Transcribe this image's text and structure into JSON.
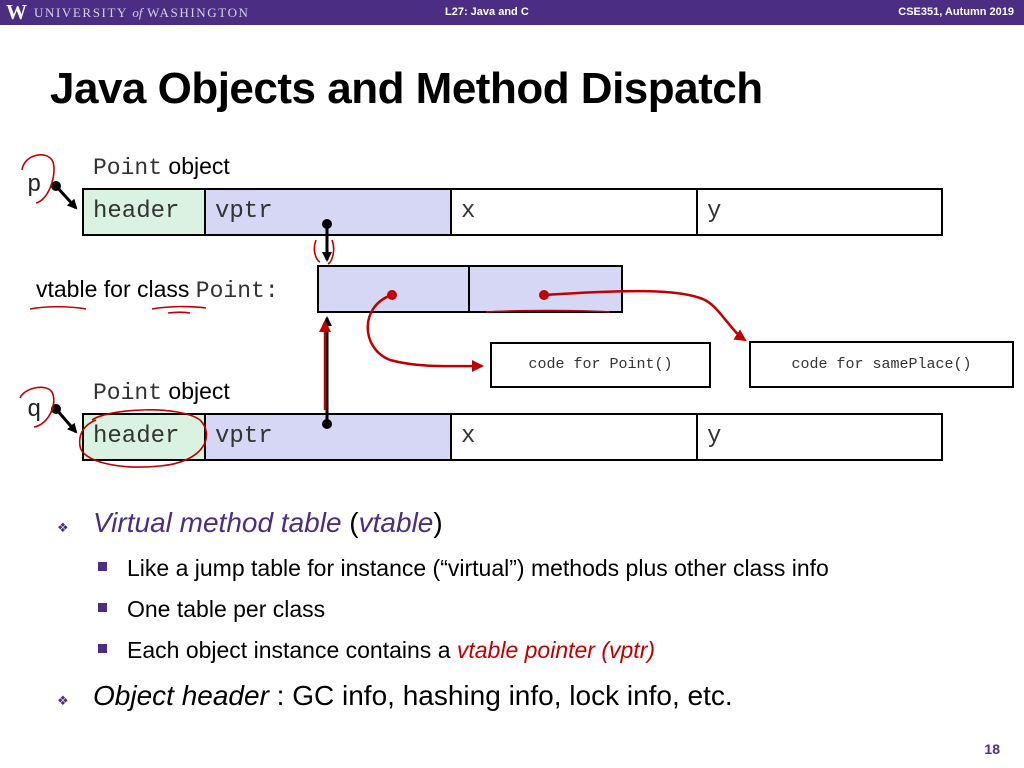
{
  "header": {
    "logo_letter": "W",
    "university_part1": "UNIVERSITY",
    "university_of": "of",
    "university_part2": "WASHINGTON",
    "lecture": "L27:  Java and C",
    "course": "CSE351, Autumn 2019"
  },
  "title": "Java Objects and Method Dispatch",
  "diagram": {
    "object_p": {
      "var": "p",
      "label_code": "Point",
      "label_text": " object",
      "fields": [
        "header",
        "vptr",
        "x",
        "y"
      ]
    },
    "vtable": {
      "label_text": "vtable for class ",
      "label_code": "Point",
      "label_colon": ":"
    },
    "code_point": "code for Point()",
    "code_sameplace": "code for samePlace()",
    "object_q": {
      "var": "q",
      "label_code": "Point",
      "label_text": " object",
      "fields": [
        "header",
        "vptr",
        "x",
        "y"
      ]
    },
    "colors": {
      "header_fill": "#d9f2e1",
      "vptr_fill": "#d6d6f5",
      "annotation_red": "#c00000"
    }
  },
  "bullets": {
    "b1_em": "Virtual method table",
    "b1_mid1": " (",
    "b1_em2": "vtable",
    "b1_mid2": ")",
    "sub1": "Like a jump table for instance (“virtual”) methods plus other class info",
    "sub2": "One table per class",
    "sub3_plain": "Each object instance contains a ",
    "sub3_em": "vtable pointer (vptr)",
    "b2_em": "Object header",
    "b2_plain": " : GC info, hashing info, lock info, etc."
  },
  "page_number": "18",
  "colors": {
    "uw_purple": "#4b2e83"
  }
}
